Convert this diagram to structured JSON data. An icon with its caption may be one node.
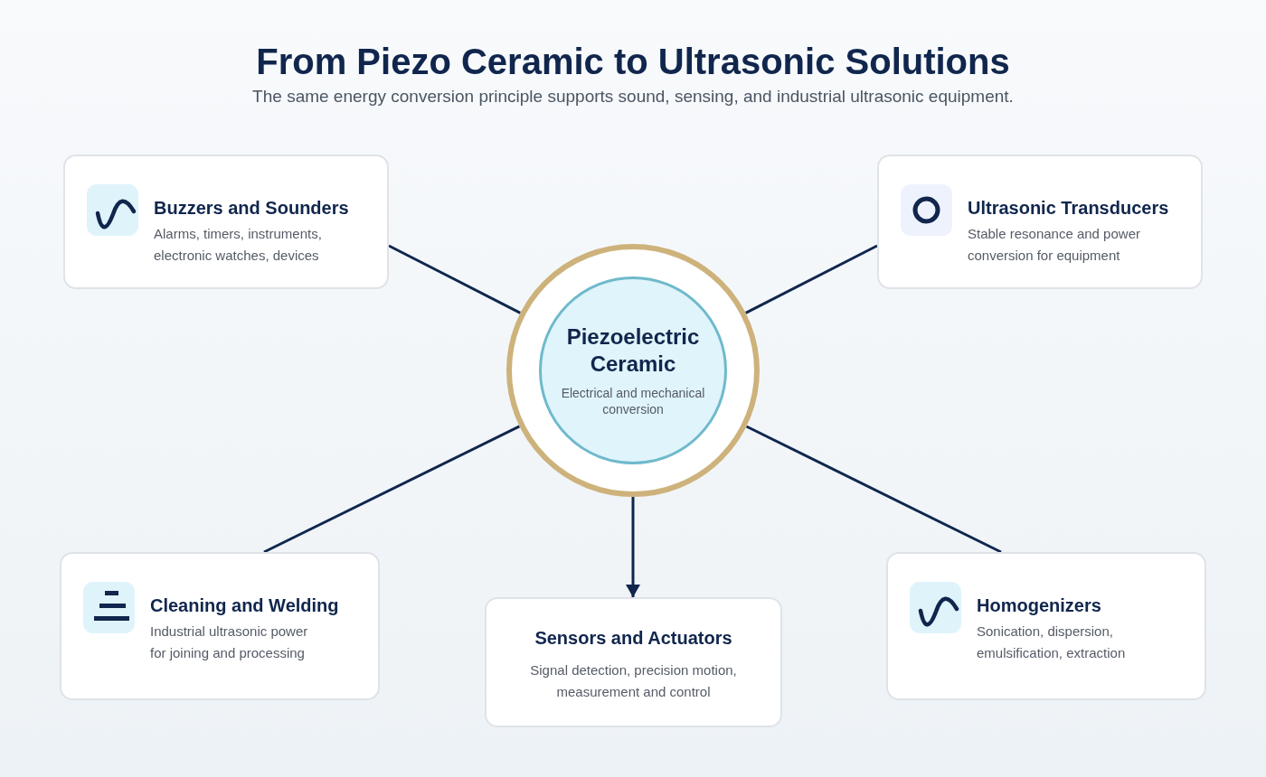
{
  "diagram": {
    "title": "From Piezo Ceramic to Ultrasonic Solutions",
    "nodes": [
      {
        "text": [
          "Buzzers and Sounders",
          "Alarms, timers, instruments, electronic watches, devices"
        ]
      },
      {
        "text": [
          "Ultrasonic Transducers",
          "Stable resonance and power conversion for equipment"
        ]
      },
      {
        "text": [
          "Piezoelectric Ceramic",
          "Electrical and mechanical conversion"
        ]
      },
      {
        "text": [
          "Cleaning and Welding",
          "Industrial ultrasonic power for joining and processing"
        ]
      },
      {
        "text": [
          "Sensors and Actuators",
          "Signal detection, precision motion, measurement and control"
        ]
      },
      {
        "text": [
          "Homogenizers",
          "Sonication, dispersion, emulsification, extraction"
        ]
      }
    ],
    "edges": [
      {
        "from": 2,
        "to": 0,
        "arrow": "none"
      },
      {
        "from": 2,
        "to": 1,
        "arrow": "none"
      },
      {
        "from": 2,
        "to": 3,
        "arrow": "none"
      },
      {
        "from": 2,
        "to": 4,
        "arrow": "to"
      },
      {
        "from": 2,
        "to": 5,
        "arrow": "none"
      }
    ],
    "labels": [
      "The same energy conversion principle supports sound, sensing, and industrial ultrasonic equipment."
    ]
  }
}
